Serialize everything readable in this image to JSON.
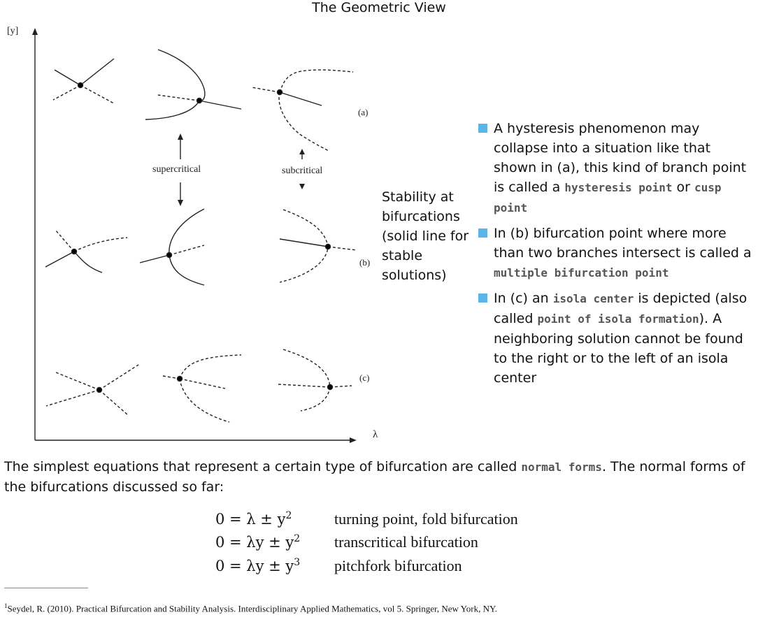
{
  "title": "The Geometric View",
  "figure": {
    "y_axis_label": "[y]",
    "x_axis_label": "λ",
    "row_labels": {
      "a": "(a)",
      "b": "(b)",
      "c": "(c)"
    },
    "supercritical": "supercritical",
    "subcritical": "subcritical"
  },
  "stability_note": "Stability at bifurcations (solid line for stable solutions)",
  "bullets": {
    "b1": {
      "t1": "A hysteresis phenomenon may collapse into a situation like that shown in (a), this kind of branch point is called a ",
      "c1": "hysteresis point",
      "t2": " or ",
      "c2": "cusp point"
    },
    "b2": {
      "t1": "In (b) bifurcation point where more than two branches intersect is called a ",
      "c1": "multiple bifurcation point"
    },
    "b3": {
      "t1": "In (c) an ",
      "c1": "isola center",
      "t2": " is depicted (also called ",
      "c2": "point of isola formation",
      "t3": "). A neighboring solution cannot be found to the right or to the left of an isola center"
    }
  },
  "paragraph": {
    "t1": "The simplest equations that represent a certain type of bifurcation are called ",
    "c1": "normal forms",
    "t2": ". The normal forms of the bifurcations discussed so far:"
  },
  "equations": [
    {
      "lhs": "0 = λ ± y",
      "exp": "2",
      "desc": "turning point, fold bifurcation"
    },
    {
      "lhs": "0 = λy ± y",
      "exp": "2",
      "desc": "transcritical bifurcation"
    },
    {
      "lhs": "0 = λy ± y",
      "exp": "3",
      "desc": "pitchfork bifurcation"
    }
  ],
  "footnote": {
    "mark": "1",
    "text": "Seydel, R. (2010). Practical Bifurcation and Stability Analysis. Interdisciplinary Applied Mathematics, vol 5. Springer, New York, NY."
  }
}
